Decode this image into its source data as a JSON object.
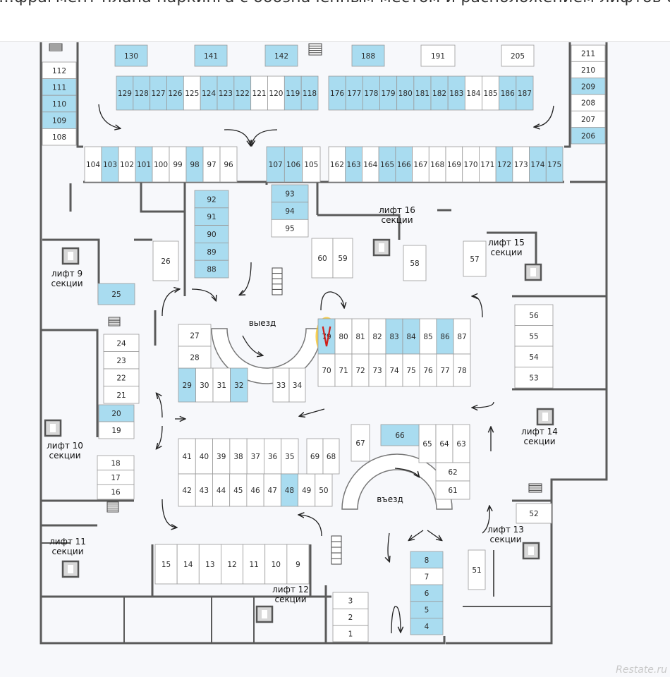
{
  "header": {
    "caption_fragment": "…фрагмент плана паркинга с обозначенным местом и расположением лифтов секций …"
  },
  "colors": {
    "available": "#a9dcf0",
    "spot": "#ffffff",
    "wall": "#5a5a5a",
    "highlight": "#f6c21a",
    "background": "#f7f8fb"
  },
  "labels": {
    "exit": "выезд",
    "entry": "въезд",
    "lift_9": [
      "лифт 9",
      "секции"
    ],
    "lift_10": [
      "лифт 10",
      "секции"
    ],
    "lift_11": [
      "лифт 11",
      "секции"
    ],
    "lift_12": [
      "лифт 12",
      "секции"
    ],
    "lift_13": [
      "лифт 13",
      "секции"
    ],
    "lift_14": [
      "лифт 14",
      "секции"
    ],
    "lift_15": [
      "лифт 15",
      "секции"
    ],
    "lift_16": [
      "лифт 16",
      "секции"
    ]
  },
  "marked_spot": "79",
  "watermark": "Restate.ru",
  "rows": [
    {
      "group": "top-left-block",
      "labels": [
        "129",
        "128",
        "127",
        "126",
        "125",
        "124",
        "123",
        "122",
        "121",
        "120",
        "119",
        "118"
      ],
      "available": [
        "129",
        "128",
        "127",
        "126",
        "124",
        "123",
        "122",
        "119",
        "118"
      ]
    },
    {
      "group": "top-right-block",
      "labels": [
        "176",
        "177",
        "178",
        "179",
        "180",
        "181",
        "182",
        "183",
        "184",
        "185",
        "186",
        "187"
      ],
      "available": [
        "176",
        "177",
        "178",
        "179",
        "180",
        "181",
        "182",
        "183",
        "186",
        "187"
      ]
    },
    {
      "group": "row-104-96",
      "labels": [
        "104",
        "103",
        "102",
        "101",
        "100",
        "99",
        "98",
        "97",
        "96"
      ],
      "available": [
        "103",
        "101",
        "98"
      ]
    },
    {
      "group": "row-107-105",
      "labels": [
        "107",
        "106",
        "105"
      ],
      "available": [
        "107",
        "106"
      ]
    },
    {
      "group": "row-162-175",
      "labels": [
        "162",
        "163",
        "164",
        "165",
        "166",
        "167",
        "168",
        "169",
        "170",
        "171",
        "172",
        "173",
        "174",
        "175"
      ],
      "available": [
        "163",
        "165",
        "166",
        "172",
        "174",
        "175"
      ]
    },
    {
      "group": "col-92-88",
      "labels": [
        "92",
        "91",
        "90",
        "89",
        "88"
      ],
      "available": [
        "92",
        "91",
        "90",
        "89",
        "88"
      ]
    },
    {
      "group": "col-93-95",
      "labels": [
        "93",
        "94",
        "95"
      ],
      "available": [
        "93",
        "94"
      ]
    },
    {
      "group": "row-79-87",
      "labels": [
        "79",
        "80",
        "81",
        "82",
        "83",
        "84",
        "85",
        "86",
        "87"
      ],
      "available": [
        "79",
        "83",
        "84",
        "86"
      ]
    },
    {
      "group": "row-70-78",
      "labels": [
        "70",
        "71",
        "72",
        "73",
        "74",
        "75",
        "76",
        "77",
        "78"
      ],
      "available": []
    },
    {
      "group": "row-29-32",
      "labels": [
        "29",
        "30",
        "31",
        "32"
      ],
      "available": [
        "29",
        "32"
      ]
    },
    {
      "group": "row-33-34",
      "labels": [
        "33",
        "34"
      ],
      "available": []
    },
    {
      "group": "row-41-35",
      "labels": [
        "41",
        "40",
        "39",
        "38",
        "37",
        "36",
        "35"
      ],
      "available": []
    },
    {
      "group": "row-42-50",
      "labels": [
        "42",
        "43",
        "44",
        "45",
        "46",
        "47",
        "48",
        "49",
        "50"
      ],
      "available": [
        "48"
      ]
    },
    {
      "group": "row-69-68",
      "labels": [
        "69",
        "68"
      ],
      "available": []
    },
    {
      "group": "row-65-63",
      "labels": [
        "65",
        "64",
        "63"
      ],
      "available": []
    },
    {
      "group": "row-15-9",
      "labels": [
        "15",
        "14",
        "13",
        "12",
        "11",
        "10",
        "9"
      ],
      "available": []
    },
    {
      "group": "col-8-4",
      "labels": [
        "8",
        "7",
        "6",
        "5",
        "4"
      ],
      "available": [
        "8",
        "6",
        "5",
        "4"
      ]
    },
    {
      "group": "col-3-1",
      "labels": [
        "3",
        "2",
        "1"
      ],
      "available": []
    },
    {
      "group": "col-112-108",
      "labels": [
        "112",
        "111",
        "110",
        "109",
        "108"
      ],
      "available": [
        "111",
        "110",
        "109"
      ]
    },
    {
      "group": "col-211-206",
      "labels": [
        "211",
        "210",
        "209",
        "208",
        "207",
        "206"
      ],
      "available": [
        "209",
        "206"
      ]
    },
    {
      "group": "col-24-21",
      "labels": [
        "24",
        "23",
        "22",
        "21"
      ],
      "available": []
    },
    {
      "group": "col-20-19",
      "labels": [
        "20",
        "19"
      ],
      "available": [
        "20"
      ]
    },
    {
      "group": "col-18-16",
      "labels": [
        "18",
        "17",
        "16"
      ],
      "available": []
    },
    {
      "group": "col-56-53",
      "labels": [
        "56",
        "55",
        "54",
        "53"
      ],
      "available": []
    },
    {
      "group": "col-62-61",
      "labels": [
        "62",
        "61"
      ],
      "available": []
    },
    {
      "group": "col-27-28",
      "labels": [
        "27",
        "28"
      ],
      "available": []
    },
    {
      "group": "top-singles",
      "labels": [
        "130",
        "141",
        "142",
        "188",
        "191",
        "205"
      ],
      "available": [
        "130",
        "141",
        "142",
        "188"
      ]
    },
    {
      "group": "singles",
      "labels": [
        "26",
        "25",
        "60",
        "59",
        "58",
        "57",
        "66",
        "67",
        "52",
        "51"
      ],
      "available": [
        "25",
        "66"
      ]
    }
  ]
}
